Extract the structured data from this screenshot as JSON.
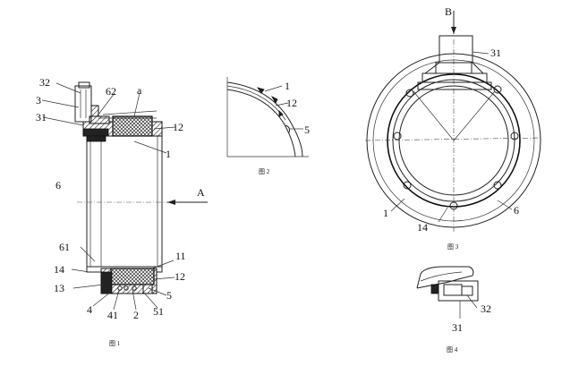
{
  "figures": {
    "fig1": {
      "caption": "图 1",
      "labels": {
        "l32": "32",
        "l3": "3",
        "l31": "31",
        "l62": "62",
        "la": "a",
        "l12_top": "12",
        "l1": "1",
        "l6": "6",
        "lA": "A",
        "l61": "61",
        "l11": "11",
        "l14": "14",
        "l12_bot": "12",
        "l13": "13",
        "l5": "5",
        "l4": "4",
        "l41": "41",
        "l2": "2",
        "l51": "51"
      }
    },
    "fig2": {
      "caption": "图 2",
      "labels": {
        "l1": "1",
        "l12": "12",
        "l5": "5"
      }
    },
    "fig3": {
      "caption": "图 3",
      "labels": {
        "lB": "B",
        "l31": "31",
        "l1": "1",
        "l14": "14",
        "l6": "6"
      }
    },
    "fig4": {
      "caption": "图 4",
      "labels": {
        "l32": "32",
        "l31": "31"
      }
    }
  },
  "colors": {
    "line": "#222222",
    "background": "#ffffff"
  }
}
